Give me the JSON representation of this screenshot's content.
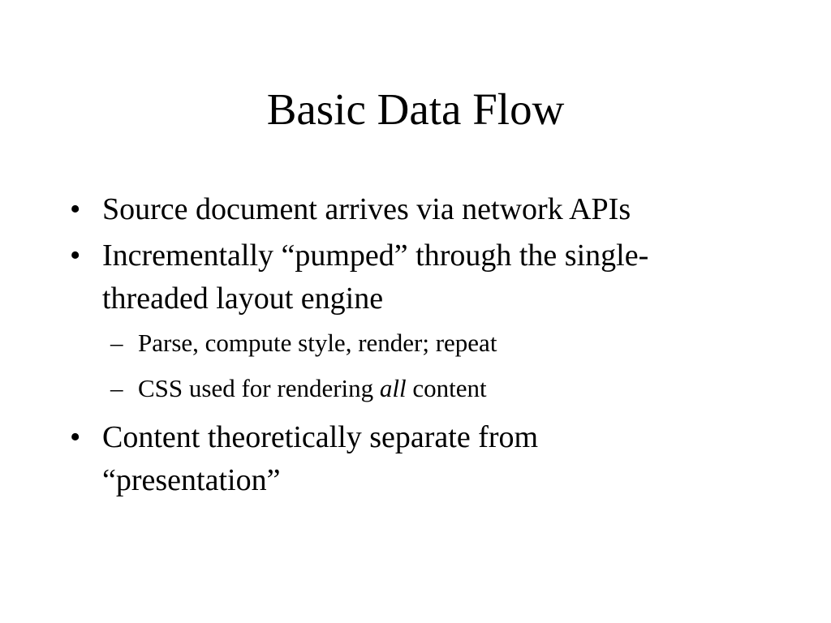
{
  "slide": {
    "title": "Basic Data Flow",
    "bullet_marker": "•",
    "sub_marker": "–",
    "bullets": [
      {
        "text": "Source document arrives via network APIs"
      },
      {
        "text_line1": "Incrementally “pumped” through the single-",
        "text_line2": "threaded layout engine",
        "subs": [
          {
            "text": "Parse, compute style, render; repeat"
          },
          {
            "text_before": "CSS used for rendering ",
            "text_emphasis": "all",
            "text_after": " content"
          }
        ]
      },
      {
        "text_line1": "Content theoretically separate from",
        "text_line2": "“presentation”"
      }
    ]
  }
}
